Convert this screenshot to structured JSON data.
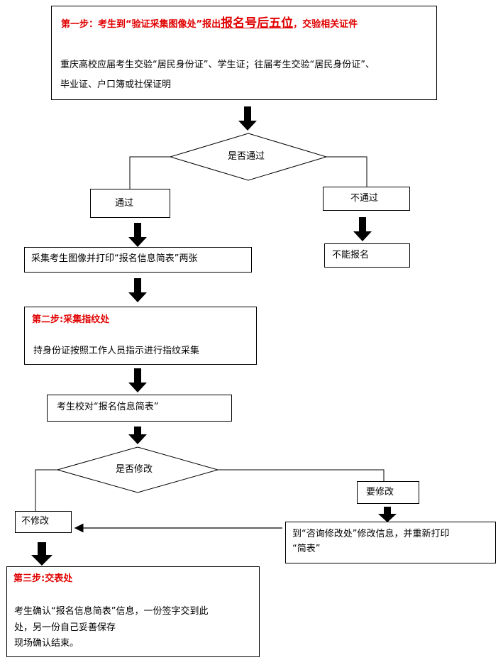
{
  "step1": {
    "title_a": "第一步：考生到“验证采集图像处”报出",
    "title_big": "报名号后五位",
    "title_b": "，交验相关证件",
    "line1": "重庆高校应届考生交验“居民身份证”、学生证；往届考生交验“居民身份证”、",
    "line2": "毕业证、户口簿或社保证明"
  },
  "decision1": "是否通过",
  "pass": "通过",
  "fail": "不通过",
  "cannot_register": "不能报名",
  "capture": "采集考生图像并打印“报名信息简表”两张",
  "step2": {
    "title": "第二步:采集指纹处",
    "body": "持身份证按照工作人员指示进行指纹采集"
  },
  "check": "考生校对“报名信息简表”",
  "decision2": "是否修改",
  "modify": "要修改",
  "no_modify": "不修改",
  "consult": {
    "line1": "到“咨询修改处”修改信息，并重新打印",
    "line2": "“简表”"
  },
  "step3": {
    "title": "第三步:交表处",
    "line1": "考生确认“报名信息简表”信息，一份签字交到此",
    "line2": "处，另一份自己妥善保存",
    "line3": "现场确认结束。"
  }
}
